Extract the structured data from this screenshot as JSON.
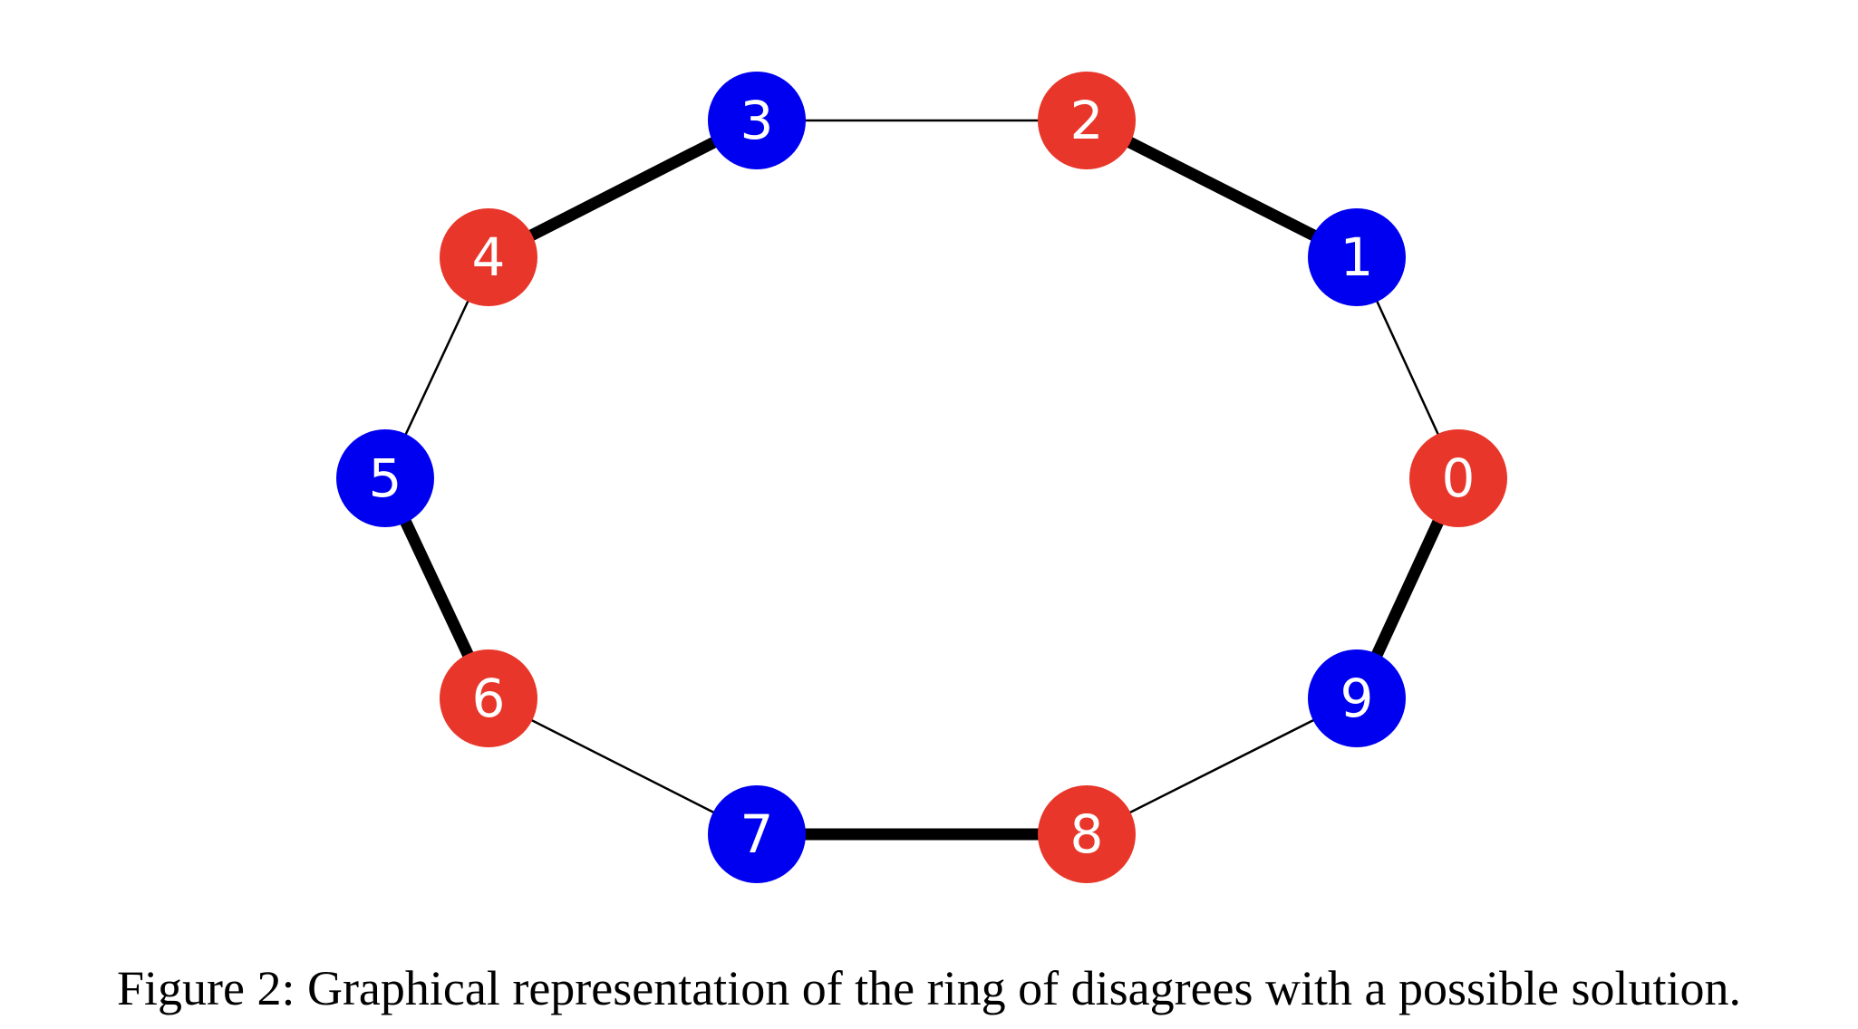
{
  "graph": {
    "colors": {
      "red": "#e8362a",
      "blue": "#0000f0",
      "edge": "#000000"
    },
    "nodes": [
      {
        "id": "0",
        "color": "red"
      },
      {
        "id": "1",
        "color": "blue"
      },
      {
        "id": "2",
        "color": "red"
      },
      {
        "id": "3",
        "color": "blue"
      },
      {
        "id": "4",
        "color": "red"
      },
      {
        "id": "5",
        "color": "blue"
      },
      {
        "id": "6",
        "color": "red"
      },
      {
        "id": "7",
        "color": "blue"
      },
      {
        "id": "8",
        "color": "red"
      },
      {
        "id": "9",
        "color": "blue"
      }
    ],
    "edges": [
      {
        "from": "0",
        "to": "1",
        "thick": false
      },
      {
        "from": "1",
        "to": "2",
        "thick": true
      },
      {
        "from": "2",
        "to": "3",
        "thick": false
      },
      {
        "from": "3",
        "to": "4",
        "thick": true
      },
      {
        "from": "4",
        "to": "5",
        "thick": false
      },
      {
        "from": "5",
        "to": "6",
        "thick": true
      },
      {
        "from": "6",
        "to": "7",
        "thick": false
      },
      {
        "from": "7",
        "to": "8",
        "thick": true
      },
      {
        "from": "8",
        "to": "9",
        "thick": false
      },
      {
        "from": "9",
        "to": "0",
        "thick": true
      }
    ]
  },
  "caption": "Figure 2: Graphical representation of the ring of disagrees with a possible solution."
}
